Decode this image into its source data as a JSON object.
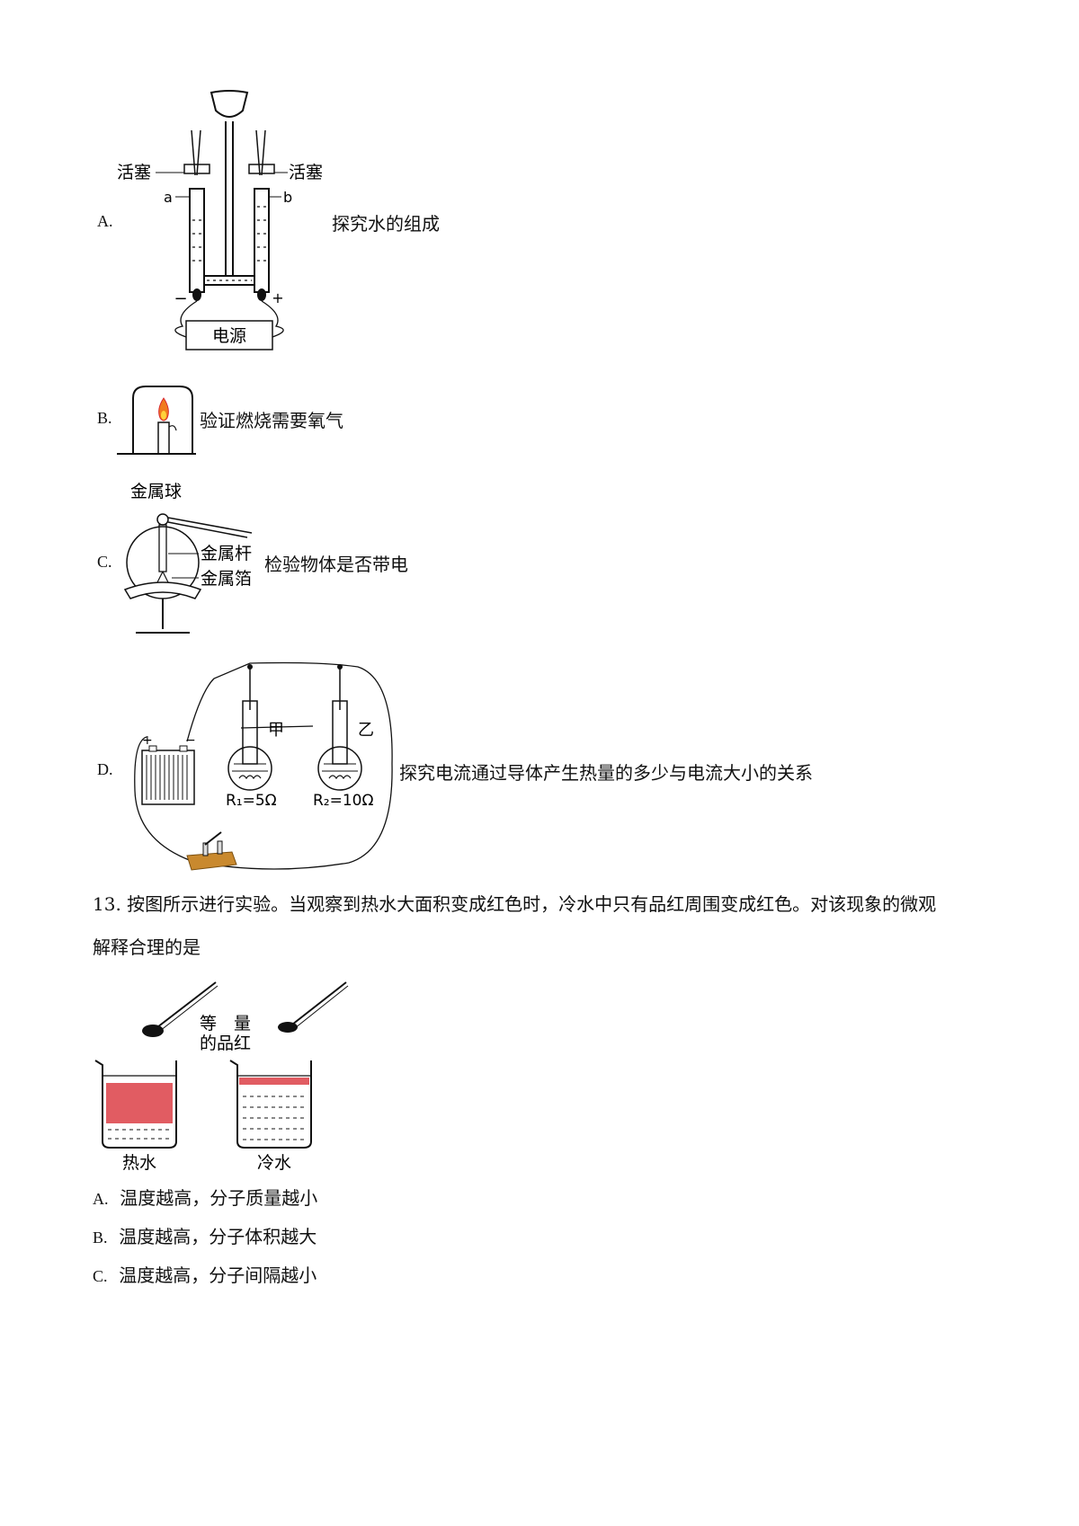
{
  "items": [
    {
      "letter": "A.",
      "caption": "探究水的组成",
      "labels": {
        "stopcock_left": "活塞",
        "stopcock_right": "活塞",
        "tube_a": "a",
        "tube_b": "b",
        "minus": "−",
        "plus": "+",
        "power": "电源"
      }
    },
    {
      "letter": "B.",
      "caption": "验证燃烧需要氧气"
    },
    {
      "letter": "C.",
      "caption": "检验物体是否带电",
      "labels": {
        "ball": "金属球",
        "rod": "金属杆",
        "foil": "金属箔"
      }
    },
    {
      "letter": "D.",
      "caption": "探究电流通过导体产生热量的多少与电流大小的关系",
      "labels": {
        "flask1": "甲",
        "flask2": "乙",
        "r1": "R₁=5Ω",
        "r2": "R₂=10Ω",
        "plus": "+",
        "minus": "−"
      }
    }
  ],
  "question13": {
    "number": "13.",
    "text_line1": "按图所示进行实验。当观察到热水大面积变成红色时，冷水中只有品红周围变成红色。对该现象的微观",
    "text_line2": "解释合理的是",
    "figure": {
      "equal1": "等",
      "equal2": "量",
      "pinhong": "的品红",
      "hot": "热水",
      "cold": "冷水"
    },
    "options": [
      {
        "letter": "A.",
        "text": "温度越高，分子质量越小"
      },
      {
        "letter": "B.",
        "text": "温度越高，分子体积越大"
      },
      {
        "letter": "C.",
        "text": "温度越高，分子间隔越小"
      }
    ]
  },
  "colors": {
    "ink": "#111111",
    "red": "#d7262e",
    "flame": "#f07b1e",
    "brass": "#c9892e"
  }
}
